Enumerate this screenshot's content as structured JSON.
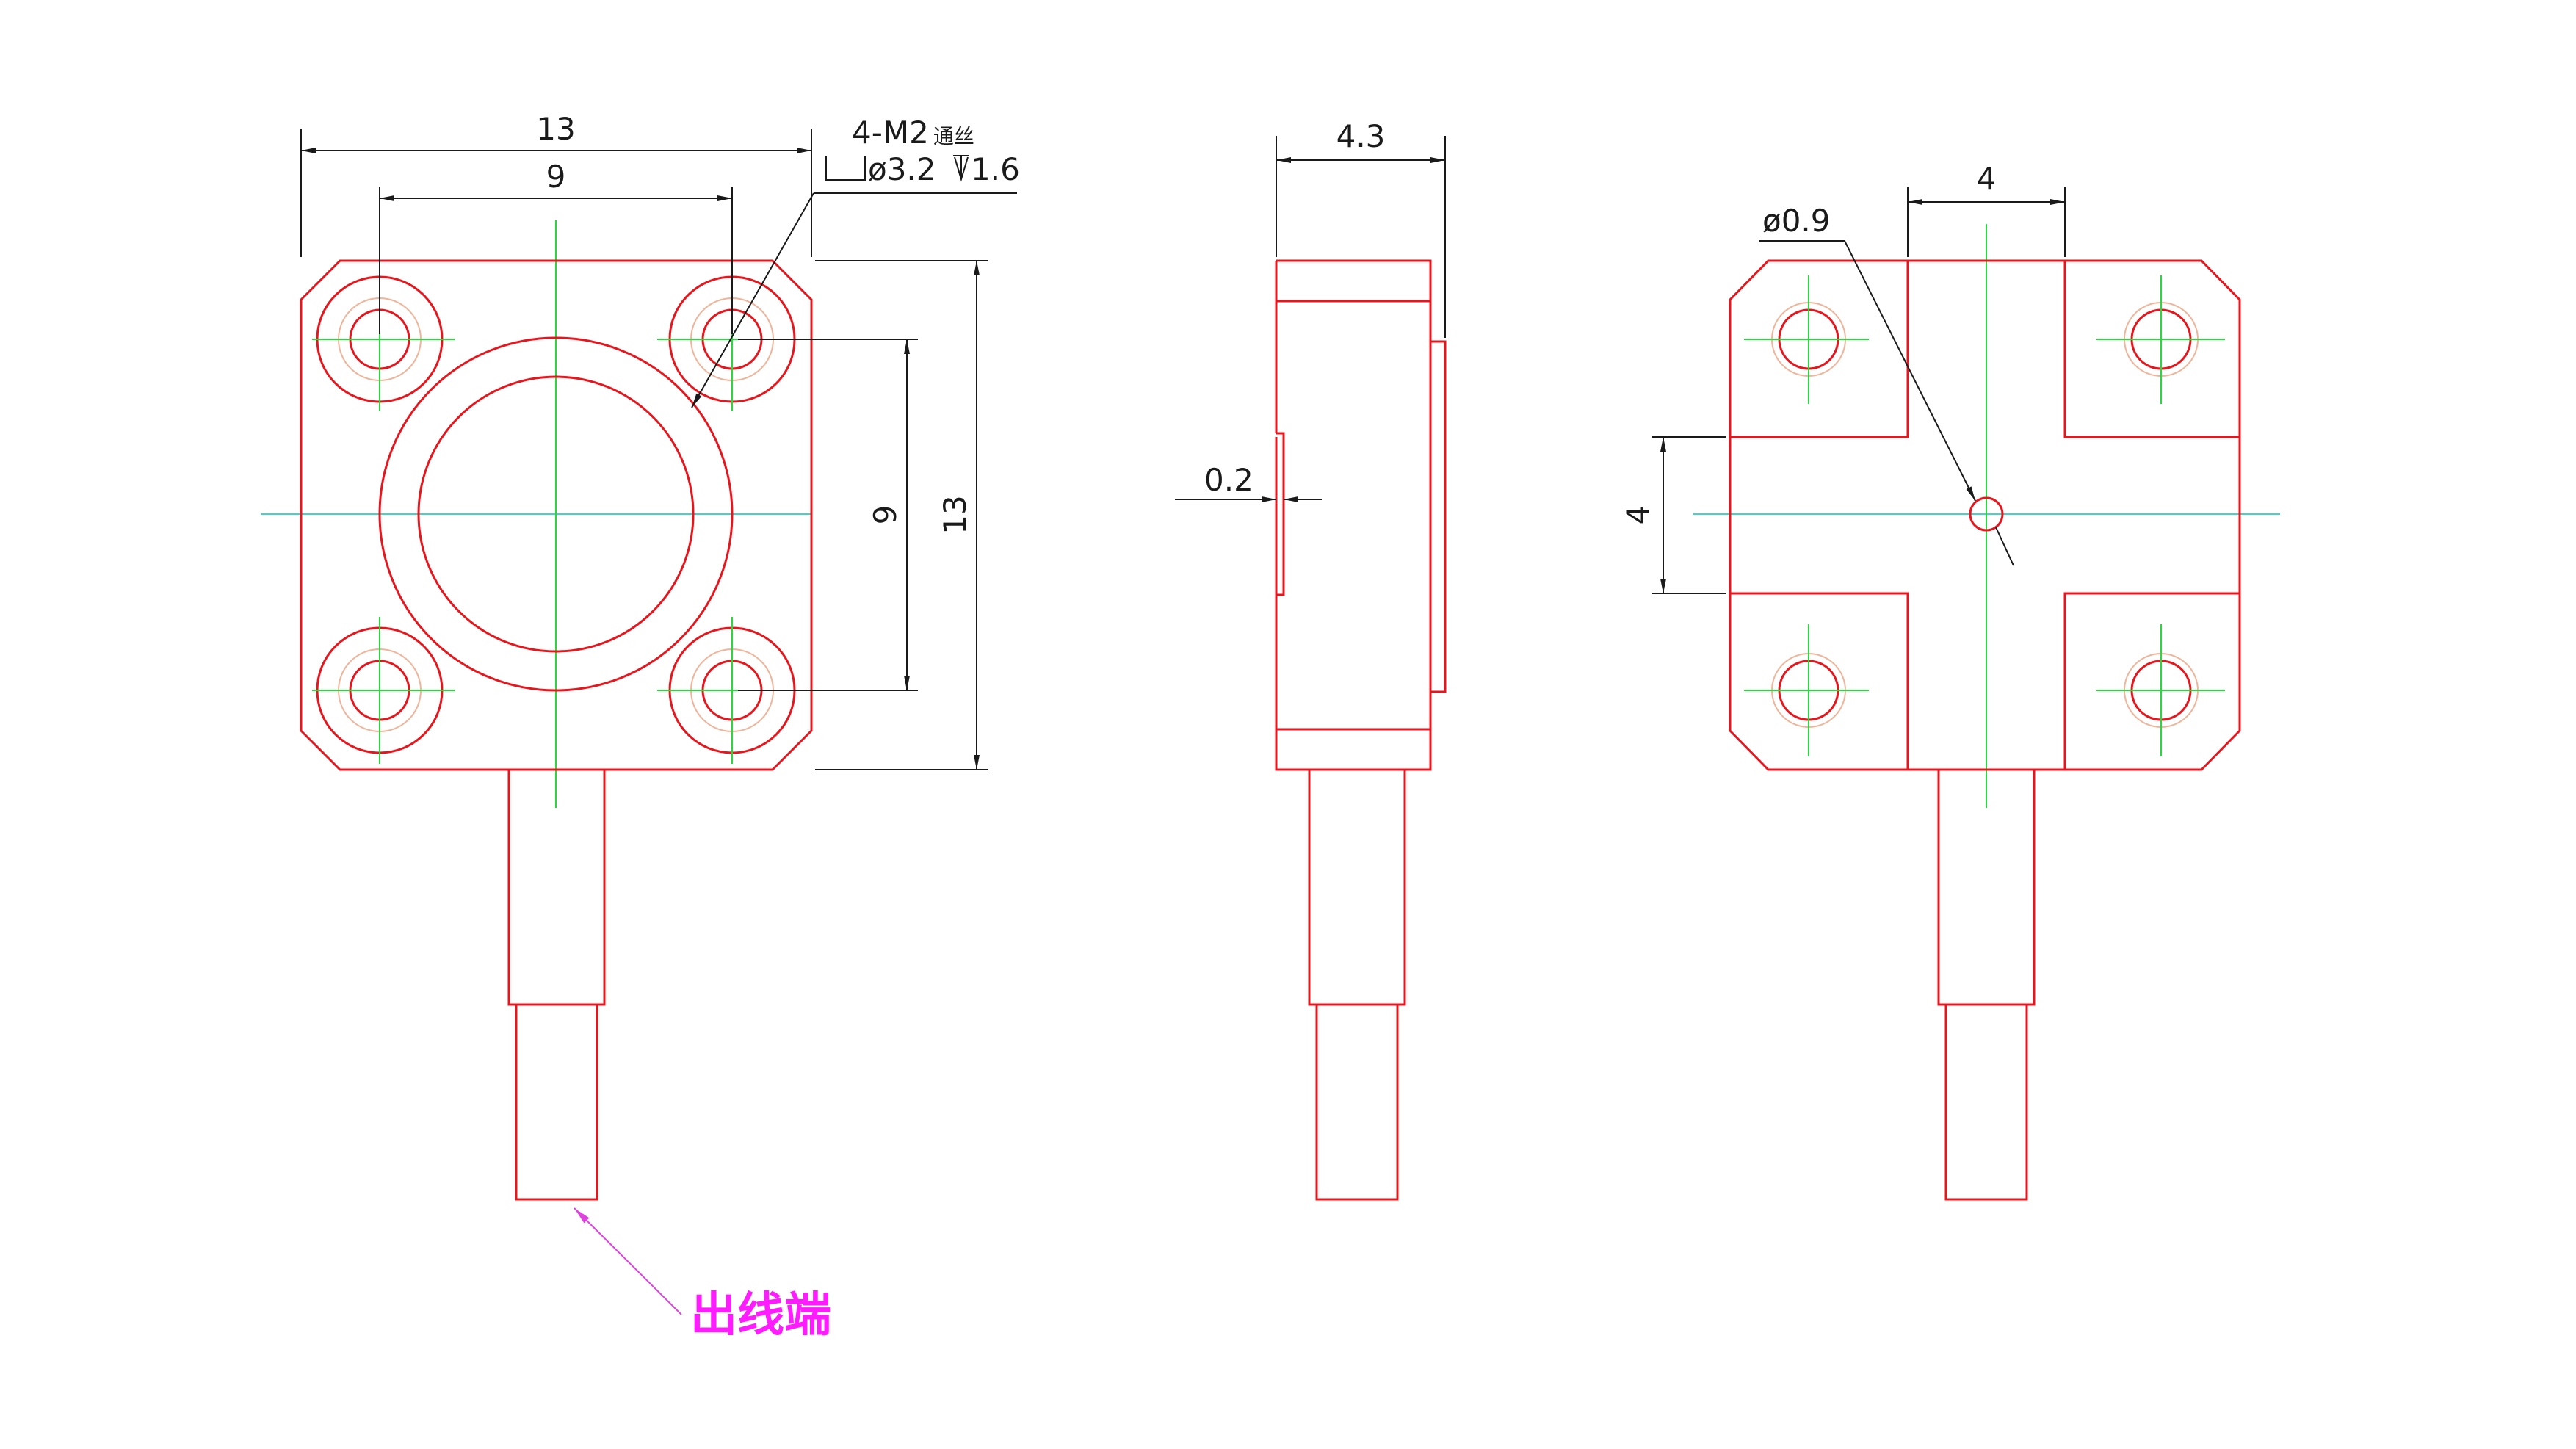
{
  "dimensions": {
    "front_width_outer": "13",
    "front_width_holes": "9",
    "front_height_holes": "9",
    "front_height_outer": "13",
    "hole_spec_line1": "4-M2",
    "hole_spec_line1_suffix": "通丝",
    "hole_spec_line2_diam": "ø3.2",
    "hole_spec_line2_depth": "1.6",
    "side_thickness": "4.3",
    "side_step": "0.2",
    "rear_slot_width": "4",
    "rear_slot_height": "4",
    "rear_hole_diam": "ø0.9"
  },
  "annotations": {
    "cable_end": "出线端"
  },
  "colors": {
    "part_outline": "#e8161c",
    "center_line": "#28d93c",
    "dimension": "#1a1a1a",
    "annotation": "#ff1aff"
  }
}
